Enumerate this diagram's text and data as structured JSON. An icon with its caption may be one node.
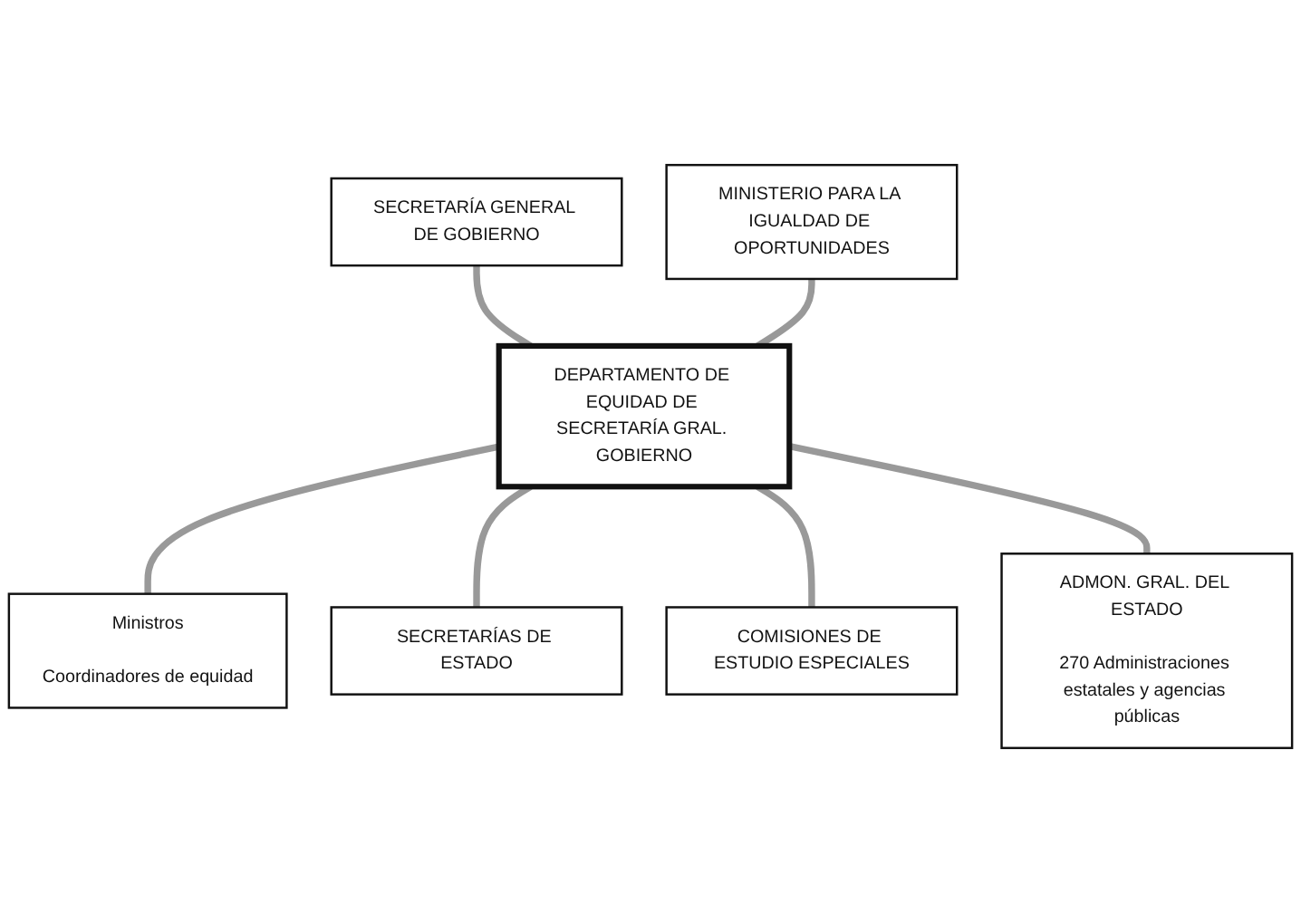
{
  "diagram": {
    "nodes": [
      {
        "text": [
          "SECRETARÍA GENERAL DE GOBIERNO"
        ]
      },
      {
        "text": [
          "MINISTERIO PARA LA IGUALDAD DE OPORTUNIDADES"
        ]
      },
      {
        "text": [
          "DEPARTAMENTO DE EQUIDAD DE SECRETARÍA GRAL. GOBIERNO"
        ]
      },
      {
        "text": [
          "Ministros",
          "Coordinadores de equidad"
        ]
      },
      {
        "text": [
          "SECRETARÍAS DE ESTADO"
        ]
      },
      {
        "text": [
          "COMISIONES DE ESTUDIO ESPECIALES"
        ]
      },
      {
        "text": [
          "ADMON. GRAL. DEL ESTADO",
          "270 Administraciones estatales y agencias públicas"
        ]
      }
    ],
    "edges": [
      {
        "from": 0,
        "to": 2,
        "arrow": "none"
      },
      {
        "from": 1,
        "to": 2,
        "arrow": "none"
      },
      {
        "from": 2,
        "to": 3,
        "arrow": "none"
      },
      {
        "from": 2,
        "to": 4,
        "arrow": "none"
      },
      {
        "from": 2,
        "to": 5,
        "arrow": "none"
      },
      {
        "from": 2,
        "to": 6,
        "arrow": "none"
      }
    ]
  }
}
